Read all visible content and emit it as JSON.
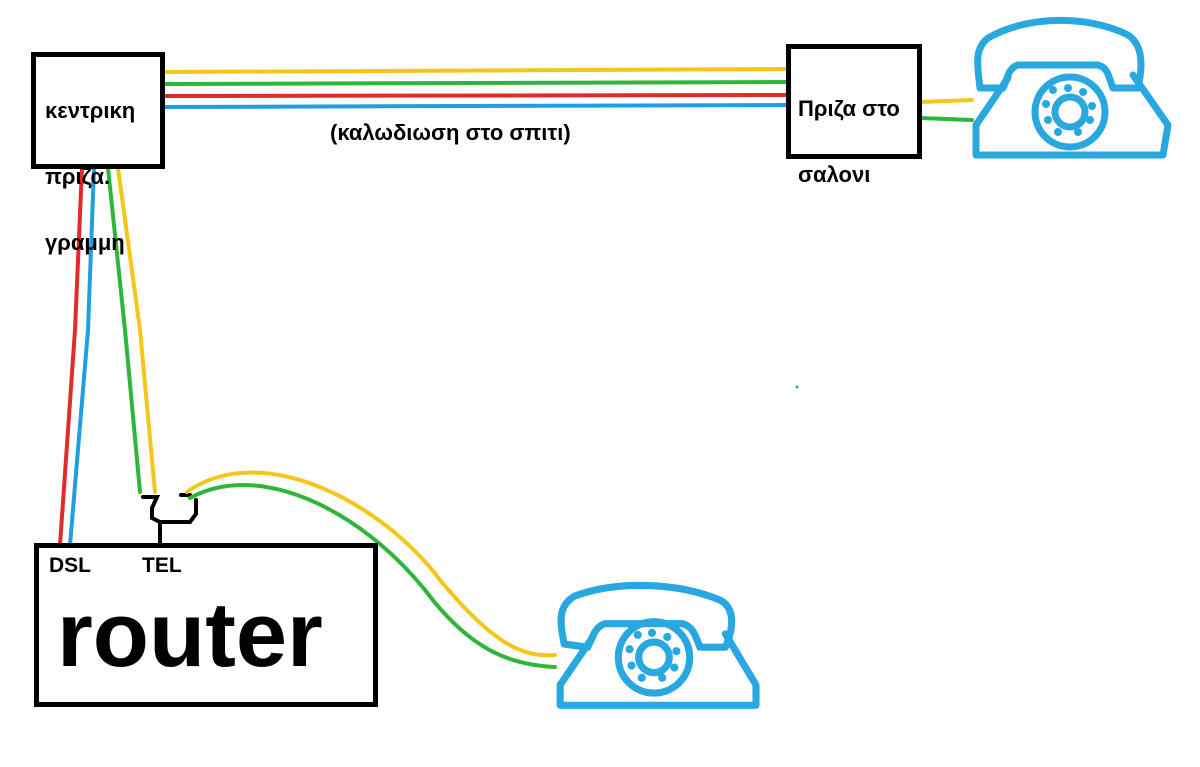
{
  "main_jack": {
    "lines": [
      "κεντρικη",
      "πριζα.",
      "γραμμη"
    ]
  },
  "living_room_jack": {
    "lines": [
      "Πριζα στο",
      "σαλονι"
    ]
  },
  "cabling_label": "(καλωδιωση στο σπιτι)",
  "router": {
    "title": "router",
    "port_dsl": "DSL",
    "port_tel": "TEL"
  },
  "colors": {
    "yellow": "#f5c518",
    "green": "#2fb53a",
    "red": "#e02b2b",
    "blue": "#1e9fe0",
    "phone": "#29a8e0",
    "outline": "#000000"
  },
  "icons": [
    "telephone-icon",
    "telephone-icon",
    "splitter-icon"
  ]
}
